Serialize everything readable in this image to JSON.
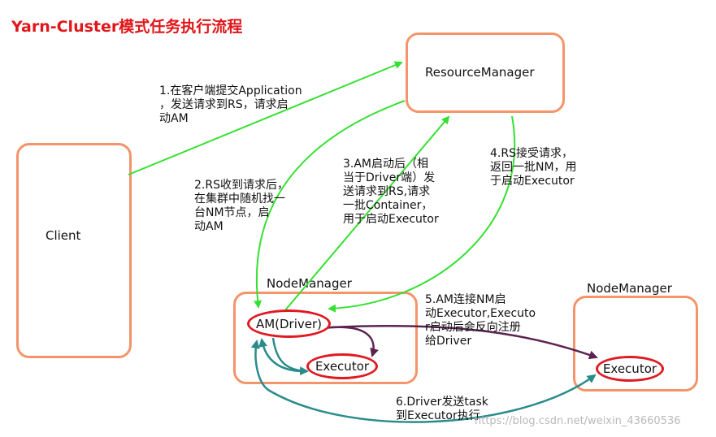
{
  "title": "Yarn-Cluster模式任务执行流程",
  "nodes": {
    "resource_manager": "ResourceManager",
    "client": "Client",
    "node_manager_left": "NodeManager",
    "node_manager_right": "NodeManager",
    "am_driver": "AM(Driver)",
    "executor_left": "Executor",
    "executor_right": "Executor"
  },
  "steps": {
    "step1": "1.在客户端提交Application\n，发送请求到RS，请求启\n动AM",
    "step2": "2.RS收到请求后，\n在集群中随机找一\n台NM节点，启\n动AM",
    "step3": "3.AM启动后（相\n当于Driver端）发\n送请求到RS,请求\n一批Container，\n用于启动Executor",
    "step4": "4.RS接受请求，\n返回一批NM，用\n于启动Executor",
    "step5": "5.AM连接NM启\n动Executor,Executo\nr启动后会反向注册\n给Driver",
    "step6": "6.Driver发送task\n到Executor执行"
  },
  "watermark": "https://blog.csdn.net/weixin_43660536",
  "colors": {
    "title": "#e0161a",
    "box_border": "#f4946a",
    "oval_border": "#e01a22",
    "green_arrow": "#35e032",
    "purple_arrow": "#5c2250",
    "teal_arrow": "#2a8c8a"
  }
}
